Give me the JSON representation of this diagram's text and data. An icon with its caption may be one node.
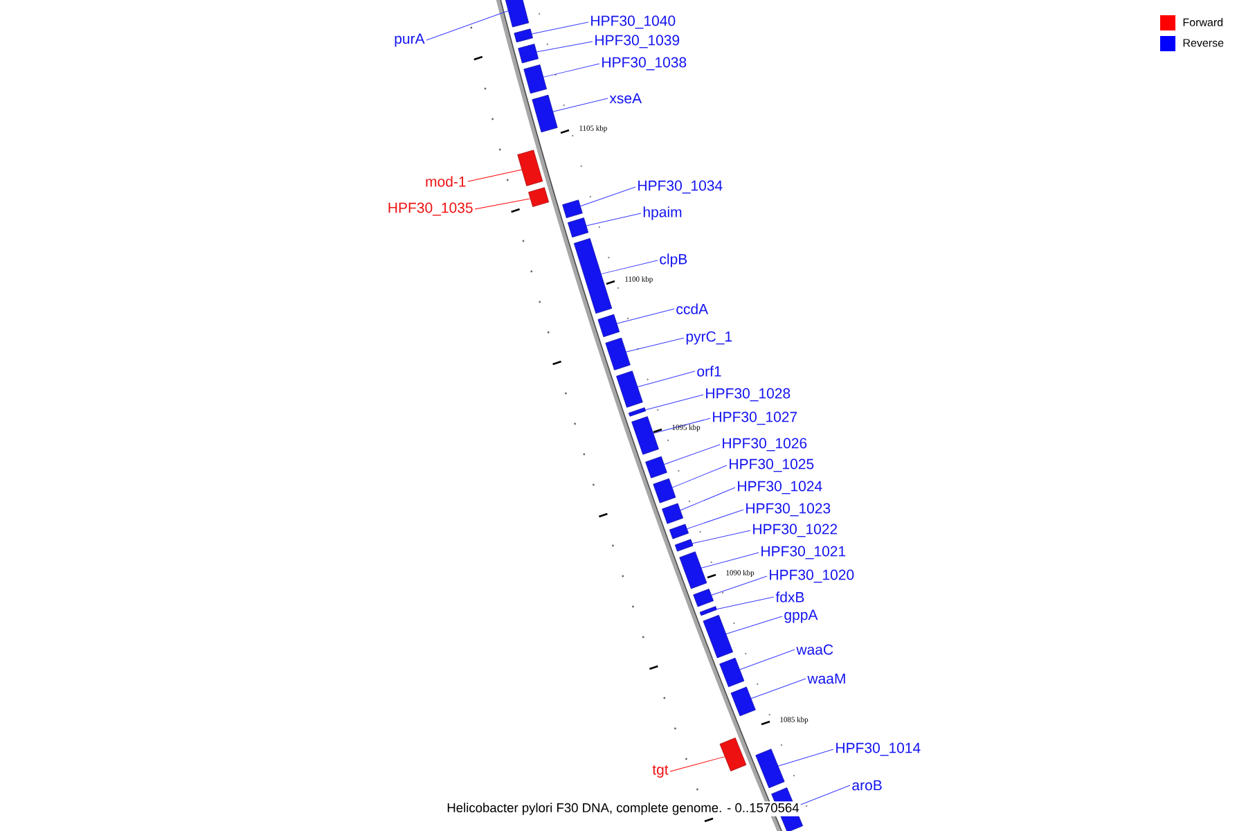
{
  "diagram": {
    "caption": "Helicobacter pylori F30 DNA, complete genome. - 0..1570564",
    "nodes": [
      {
        "text": [
          "HPF30_1040"
        ]
      },
      {
        "text": [
          "purA"
        ]
      },
      {
        "text": [
          "HPF30_1039"
        ]
      },
      {
        "text": [
          "HPF30_1038"
        ]
      },
      {
        "text": [
          "xseA"
        ]
      },
      {
        "text": [
          "mod-1"
        ]
      },
      {
        "text": [
          "HPF30_1034"
        ]
      },
      {
        "text": [
          "HPF30_1035"
        ]
      },
      {
        "text": [
          "hpaim"
        ]
      },
      {
        "text": [
          "clpB"
        ]
      },
      {
        "text": [
          "ccdA"
        ]
      },
      {
        "text": [
          "pyrC_1"
        ]
      },
      {
        "text": [
          "orf1"
        ]
      },
      {
        "text": [
          "HPF30_1028"
        ]
      },
      {
        "text": [
          "HPF30_1027"
        ]
      },
      {
        "text": [
          "HPF30_1026"
        ]
      },
      {
        "text": [
          "HPF30_1025"
        ]
      },
      {
        "text": [
          "HPF30_1024"
        ]
      },
      {
        "text": [
          "HPF30_1023"
        ]
      },
      {
        "text": [
          "HPF30_1022"
        ]
      },
      {
        "text": [
          "HPF30_1021"
        ]
      },
      {
        "text": [
          "HPF30_1020"
        ]
      },
      {
        "text": [
          "fdxB"
        ]
      },
      {
        "text": [
          "gppA"
        ]
      },
      {
        "text": [
          "waaC"
        ]
      },
      {
        "text": [
          "waaM"
        ]
      },
      {
        "text": [
          "HPF30_1014"
        ]
      },
      {
        "text": [
          "tgt"
        ]
      },
      {
        "text": [
          "aroB"
        ]
      },
      {
        "text": [],
        "shape": "bar"
      },
      {
        "text": [],
        "shape": "bar"
      },
      {
        "text": [],
        "shape": "bar"
      },
      {
        "text": [],
        "shape": "bar"
      },
      {
        "text": [],
        "shape": "bar"
      },
      {
        "text": [],
        "shape": "bar"
      },
      {
        "text": [],
        "shape": "bar"
      },
      {
        "text": [],
        "shape": "bar"
      },
      {
        "text": [],
        "shape": "bar"
      },
      {
        "text": [],
        "shape": "bar"
      },
      {
        "text": [],
        "shape": "bar"
      },
      {
        "text": [],
        "shape": "bar"
      },
      {
        "text": [],
        "shape": "bar"
      },
      {
        "text": [],
        "shape": "bar"
      },
      {
        "text": [],
        "shape": "bar"
      },
      {
        "text": [],
        "shape": "bar"
      },
      {
        "text": [],
        "shape": "bar"
      },
      {
        "text": [],
        "shape": "bar"
      },
      {
        "text": [],
        "shape": "bar"
      },
      {
        "text": [],
        "shape": "bar"
      },
      {
        "text": [],
        "shape": "bar"
      },
      {
        "text": [],
        "shape": "bar"
      },
      {
        "text": [],
        "shape": "bar"
      },
      {
        "text": [],
        "shape": "bar"
      },
      {
        "text": [],
        "shape": "bar"
      },
      {
        "text": [],
        "shape": "bar"
      },
      {
        "text": [],
        "shape": "bar"
      },
      {
        "text": [],
        "shape": "bar"
      },
      {
        "text": [],
        "shape": "bar"
      }
    ],
    "edges": [
      {
        "from": 0,
        "to": 30,
        "arrow": "none"
      },
      {
        "from": 1,
        "to": 29,
        "arrow": "none"
      },
      {
        "from": 2,
        "to": 31,
        "arrow": "none"
      },
      {
        "from": 3,
        "to": 32,
        "arrow": "none"
      },
      {
        "from": 4,
        "to": 33,
        "arrow": "none"
      },
      {
        "from": 5,
        "to": 34,
        "arrow": "none",
        "color": "#ff0000"
      },
      {
        "from": 6,
        "to": 36,
        "arrow": "none"
      },
      {
        "from": 7,
        "to": 35,
        "arrow": "none",
        "color": "#ff0000"
      },
      {
        "from": 8,
        "to": 37,
        "arrow": "none"
      },
      {
        "from": 9,
        "to": 38,
        "arrow": "none"
      },
      {
        "from": 10,
        "to": 39,
        "arrow": "none"
      },
      {
        "from": 11,
        "to": 40,
        "arrow": "none"
      },
      {
        "from": 12,
        "to": 41,
        "arrow": "none"
      },
      {
        "from": 13,
        "to": 42,
        "arrow": "none"
      },
      {
        "from": 14,
        "to": 43,
        "arrow": "none"
      },
      {
        "from": 15,
        "to": 44,
        "arrow": "none"
      },
      {
        "from": 16,
        "to": 45,
        "arrow": "none"
      },
      {
        "from": 17,
        "to": 46,
        "arrow": "none"
      },
      {
        "from": 18,
        "to": 47,
        "arrow": "none"
      },
      {
        "from": 19,
        "to": 48,
        "arrow": "none"
      },
      {
        "from": 20,
        "to": 49,
        "arrow": "none"
      },
      {
        "from": 21,
        "to": 50,
        "arrow": "none"
      },
      {
        "from": 22,
        "to": 51,
        "arrow": "none"
      },
      {
        "from": 23,
        "to": 52,
        "arrow": "none"
      },
      {
        "from": 24,
        "to": 53,
        "arrow": "none"
      },
      {
        "from": 25,
        "to": 54,
        "arrow": "none"
      },
      {
        "from": 26,
        "to": 56,
        "arrow": "none"
      },
      {
        "from": 27,
        "to": 55,
        "arrow": "none",
        "color": "#ff0000"
      },
      {
        "from": 28,
        "to": 57,
        "arrow": "none"
      }
    ],
    "labels": [
      "1105 kbp",
      "1100 kbp",
      "1095 kbp",
      "1090 kbp",
      "1085 kbp"
    ],
    "legend": [
      {
        "text": "Forward",
        "color": "#ff0000"
      },
      {
        "text": "Reverse",
        "color": "#0000ff"
      }
    ]
  }
}
